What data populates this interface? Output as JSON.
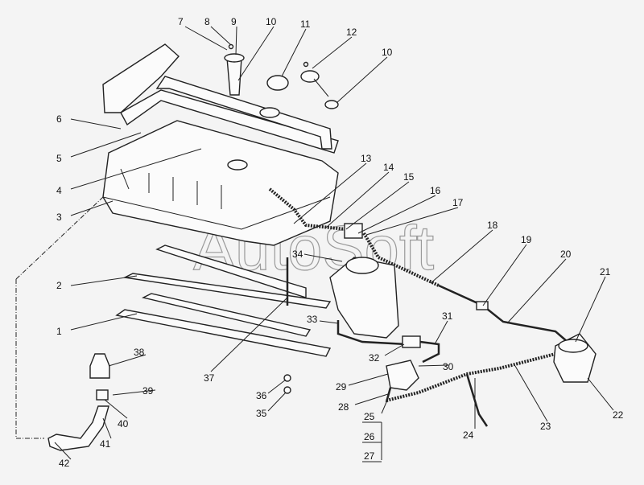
{
  "watermark": "AutoSoft",
  "callouts": [
    {
      "id": "c7",
      "text": "7"
    },
    {
      "id": "c8",
      "text": "8"
    },
    {
      "id": "c9",
      "text": "9"
    },
    {
      "id": "c10a",
      "text": "10"
    },
    {
      "id": "c11",
      "text": "11"
    },
    {
      "id": "c12",
      "text": "12"
    },
    {
      "id": "c10b",
      "text": "10"
    },
    {
      "id": "c6",
      "text": "6"
    },
    {
      "id": "c5",
      "text": "5"
    },
    {
      "id": "c4",
      "text": "4"
    },
    {
      "id": "c3",
      "text": "3"
    },
    {
      "id": "c13",
      "text": "13"
    },
    {
      "id": "c14",
      "text": "14"
    },
    {
      "id": "c15",
      "text": "15"
    },
    {
      "id": "c16",
      "text": "16"
    },
    {
      "id": "c17",
      "text": "17"
    },
    {
      "id": "c18",
      "text": "18"
    },
    {
      "id": "c19",
      "text": "19"
    },
    {
      "id": "c20",
      "text": "20"
    },
    {
      "id": "c21",
      "text": "21"
    },
    {
      "id": "c34",
      "text": "34"
    },
    {
      "id": "c2",
      "text": "2"
    },
    {
      "id": "c1",
      "text": "1"
    },
    {
      "id": "c33",
      "text": "33"
    },
    {
      "id": "c31",
      "text": "31"
    },
    {
      "id": "c38",
      "text": "38"
    },
    {
      "id": "c32",
      "text": "32"
    },
    {
      "id": "c30",
      "text": "30"
    },
    {
      "id": "c37",
      "text": "37"
    },
    {
      "id": "c36",
      "text": "36"
    },
    {
      "id": "c39",
      "text": "39"
    },
    {
      "id": "c29",
      "text": "29"
    },
    {
      "id": "c35",
      "text": "35"
    },
    {
      "id": "c40",
      "text": "40"
    },
    {
      "id": "c28",
      "text": "28"
    },
    {
      "id": "c25",
      "text": "25"
    },
    {
      "id": "c22",
      "text": "22"
    },
    {
      "id": "c23",
      "text": "23"
    },
    {
      "id": "c41",
      "text": "41"
    },
    {
      "id": "c26",
      "text": "26"
    },
    {
      "id": "c24",
      "text": "24"
    },
    {
      "id": "c42",
      "text": "42"
    },
    {
      "id": "c27",
      "text": "27"
    }
  ]
}
